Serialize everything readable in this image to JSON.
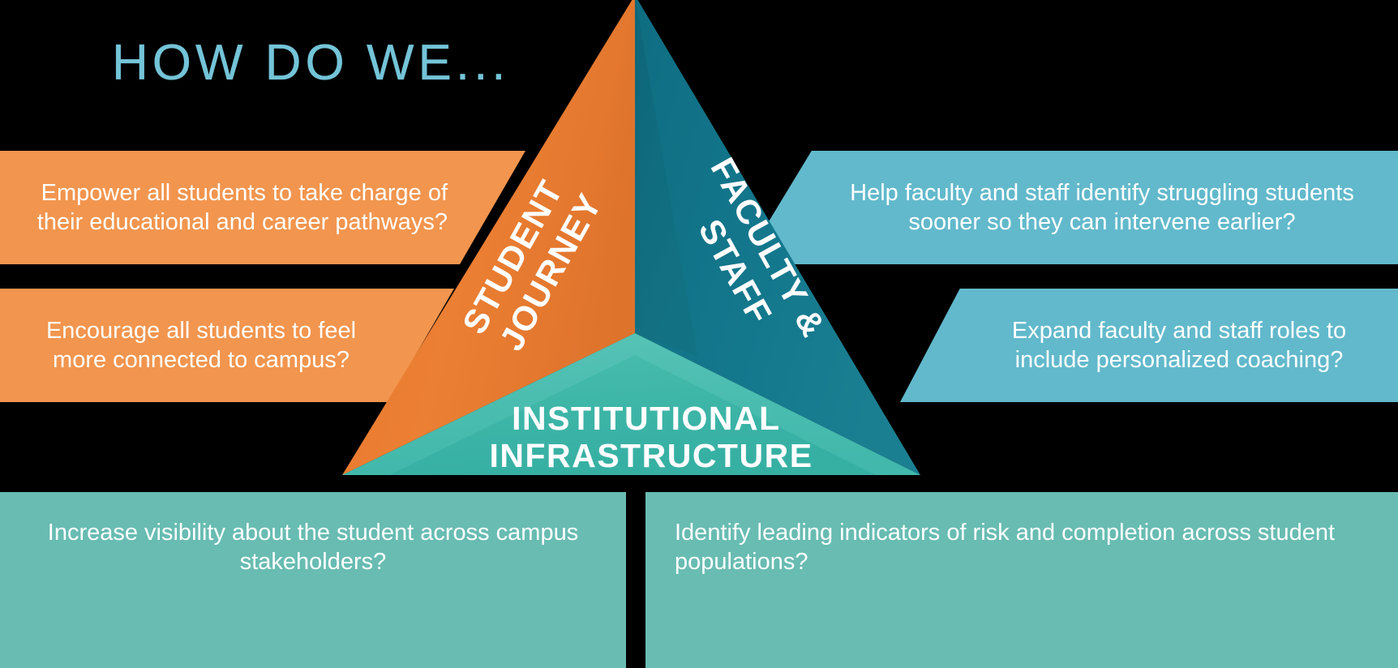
{
  "title": "HOW DO WE...",
  "colors": {
    "background": "#000000",
    "title_blue": "#74c4d8",
    "orange_box": "#f2954e",
    "orange_face": "#e8772d",
    "orange_face_shade": "#dd7030",
    "blue_box": "#62b9cc",
    "dark_teal_face": "#116f84",
    "dark_teal_face_shade": "#0e6377",
    "teal_box": "#68bcb2",
    "teal_face": "#3cb5a7",
    "teal_face_shade": "#4cbfb3",
    "text_white": "#ffffff"
  },
  "pyramid": {
    "faces": [
      {
        "id": "student-journey",
        "label": "STUDENT JOURNEY",
        "line1": "STUDENT",
        "line2": "JOURNEY",
        "color": "#e8772d"
      },
      {
        "id": "faculty-staff",
        "label": "FACULTY & STAFF",
        "line1": "FACULTY &",
        "line2": "STAFF",
        "color": "#116f84"
      },
      {
        "id": "institutional-infrastructure",
        "label": "INSTITUTIONAL INFRASTRUCTURE",
        "line1": "INSTITUTIONAL",
        "line2": "INFRASTRUCTURE",
        "color": "#3cb5a7"
      }
    ]
  },
  "callouts": [
    {
      "id": "student-journey-1",
      "side": "left",
      "face": "student-journey",
      "color": "#f2954e",
      "text": "Empower all students to take charge of their educational and career pathways?"
    },
    {
      "id": "student-journey-2",
      "side": "left",
      "face": "student-journey",
      "color": "#f2954e",
      "text": "Encourage all students to feel more connected to campus?"
    },
    {
      "id": "faculty-staff-1",
      "side": "right",
      "face": "faculty-staff",
      "color": "#62b9cc",
      "text": "Help faculty and staff identify struggling students sooner so they can intervene earlier?"
    },
    {
      "id": "faculty-staff-2",
      "side": "right",
      "face": "faculty-staff",
      "color": "#62b9cc",
      "text": "Expand faculty and staff roles to include personalized coaching?"
    },
    {
      "id": "institutional-1",
      "side": "bottom-left",
      "face": "institutional-infrastructure",
      "color": "#68bcb2",
      "text": "Increase visibility about the student across campus stakeholders?"
    },
    {
      "id": "institutional-2",
      "side": "bottom-right",
      "face": "institutional-infrastructure",
      "color": "#68bcb2",
      "text": "Identify leading indicators of risk and completion across student populations?"
    }
  ]
}
